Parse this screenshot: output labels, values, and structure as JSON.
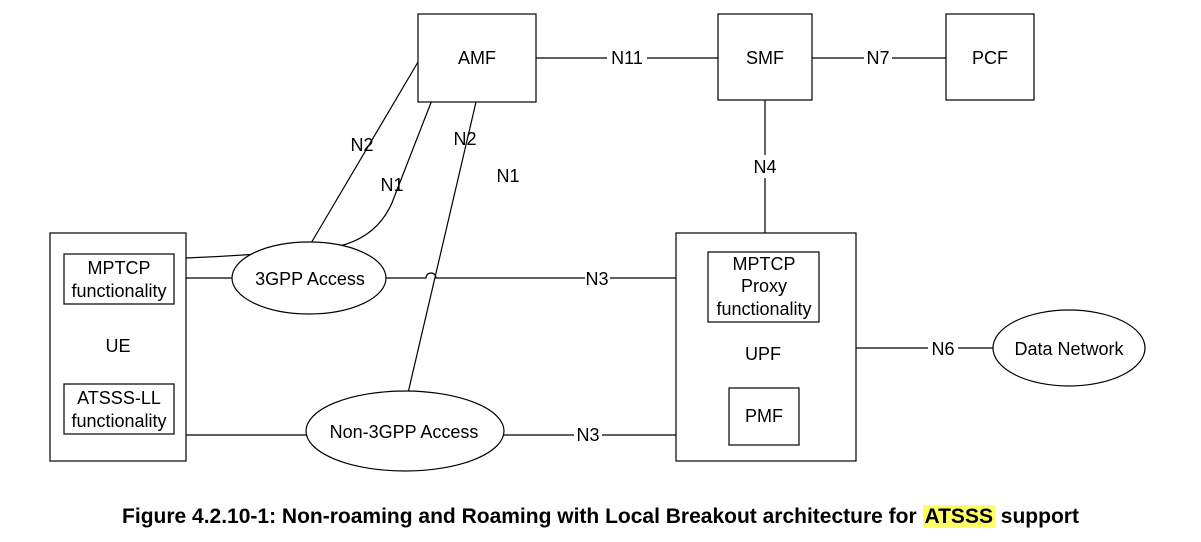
{
  "nodes": {
    "amf": "AMF",
    "smf": "SMF",
    "pcf": "PCF",
    "ue": "UE",
    "ue_mptcp": [
      "MPTCP",
      "functionality"
    ],
    "ue_atsss": [
      "ATSSS-LL",
      "functionality"
    ],
    "access_3gpp": "3GPP Access",
    "access_non3gpp": "Non-3GPP Access",
    "upf": "UPF",
    "upf_proxy": [
      "MPTCP",
      "Proxy",
      "functionality"
    ],
    "pmf": "PMF",
    "data_network": "Data Network"
  },
  "interfaces": {
    "n11": "N11",
    "n7": "N7",
    "n4": "N4",
    "n2_3gpp": "N2",
    "n1_3gpp": "N1",
    "n2_non3gpp": "N2",
    "n1_non3gpp": "N1",
    "n3_3gpp": "N3",
    "n3_non3gpp": "N3",
    "n6": "N6"
  },
  "caption": {
    "prefix": "Figure 4.2.10-1: Non-roaming and Roaming with Local Breakout architecture for ",
    "highlight": "ATSSS",
    "suffix": " support",
    "highlight_color": "#ffff66"
  }
}
